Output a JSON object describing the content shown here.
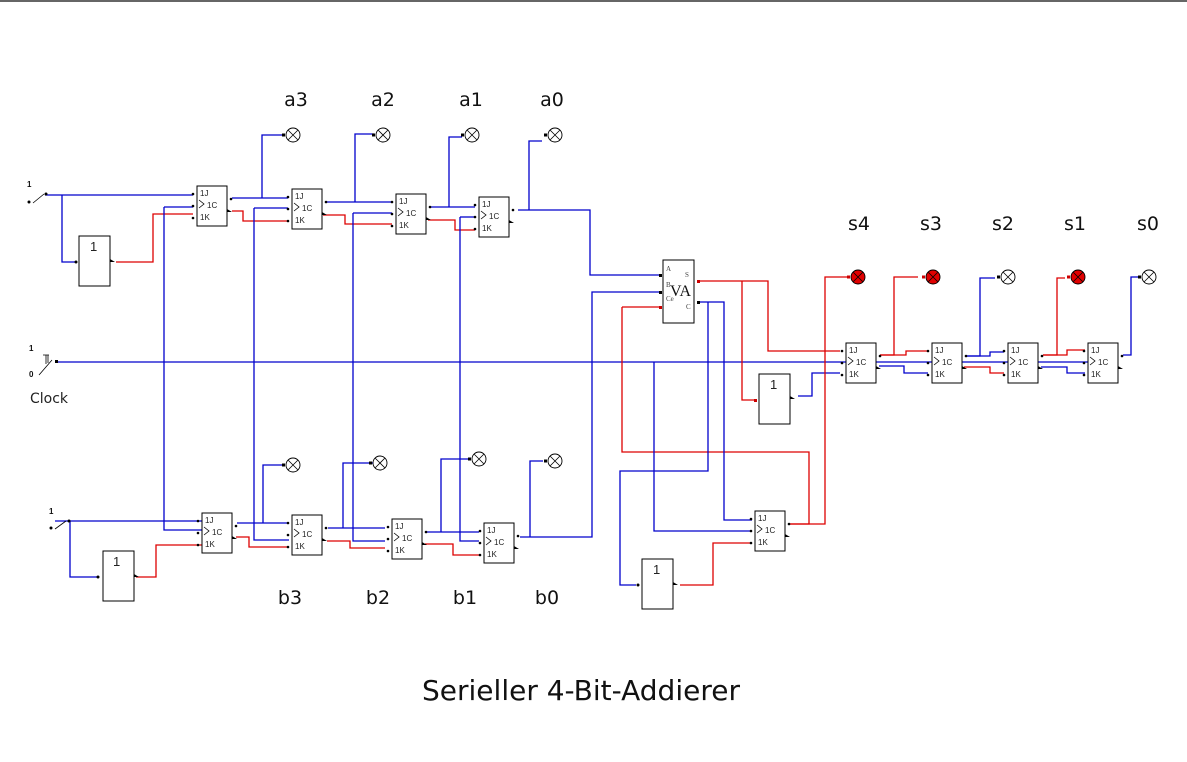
{
  "title": "Serieller 4-Bit-Addierer",
  "colors": {
    "wire_low": "#0000cc",
    "wire_high": "#dd0000",
    "lamp_on": "#e00000",
    "lamp_off": "#ffffff"
  },
  "inputs": {
    "switch_a": {
      "high_label": "1",
      "state": "0"
    },
    "switch_b": {
      "high_label": "1",
      "state": "0"
    },
    "clock": {
      "high_label": "1",
      "low_label": "0",
      "label": "Clock"
    }
  },
  "flipflop_pins": {
    "j": "1J",
    "c": "1C",
    "k": "1K"
  },
  "inverter_label": "1",
  "full_adder": {
    "label": "VA",
    "pin_a": "A",
    "pin_b": "B",
    "pin_ce": "Ce",
    "pin_s": "S",
    "pin_c": "C"
  },
  "register_a": {
    "labels": [
      "a3",
      "a2",
      "a1",
      "a0"
    ],
    "lamps_on": [
      false,
      false,
      false,
      false
    ]
  },
  "register_b": {
    "labels": [
      "b3",
      "b2",
      "b1",
      "b0"
    ],
    "lamps_on": [
      false,
      false,
      false,
      false
    ]
  },
  "register_s": {
    "labels": [
      "s4",
      "s3",
      "s2",
      "s1",
      "s0"
    ],
    "lamps_on": [
      true,
      true,
      false,
      true,
      false
    ]
  }
}
